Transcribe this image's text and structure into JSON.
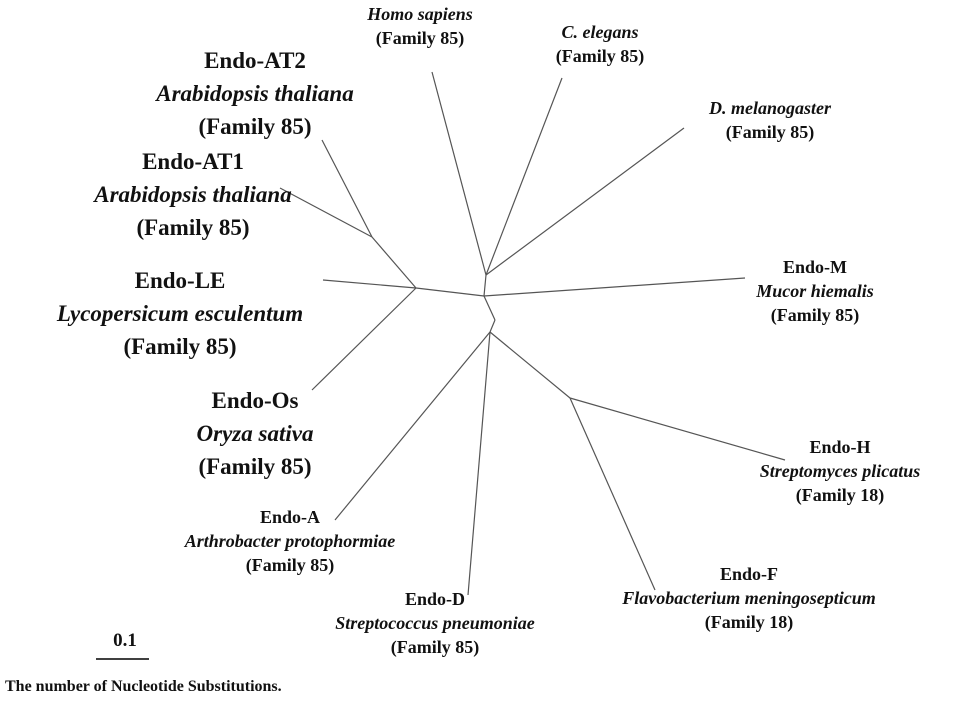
{
  "taxa": {
    "homo": {
      "species": "Homo sapiens",
      "family": "(Family 85)"
    },
    "celegans": {
      "species": "C. elegans",
      "family": "(Family 85)"
    },
    "dmel": {
      "species": "D. melanogaster",
      "family": "(Family 85)"
    },
    "at2": {
      "enzyme": "Endo-AT2",
      "species": "Arabidopsis thaliana",
      "family": "(Family 85)"
    },
    "at1": {
      "enzyme": "Endo-AT1",
      "species": "Arabidopsis thaliana",
      "family": "(Family 85)"
    },
    "le": {
      "enzyme": "Endo-LE",
      "species": "Lycopersicum esculentum",
      "family": "(Family 85)"
    },
    "os": {
      "enzyme": "Endo-Os",
      "species": "Oryza sativa",
      "family": "(Family 85)"
    },
    "m": {
      "enzyme": "Endo-M",
      "species": "Mucor hiemalis",
      "family": "(Family 85)"
    },
    "h": {
      "enzyme": "Endo-H",
      "species": "Streptomyces plicatus",
      "family": "(Family 18)"
    },
    "f": {
      "enzyme": "Endo-F",
      "species": "Flavobacterium meningosepticum",
      "family": "(Family 18)"
    },
    "d": {
      "enzyme": "Endo-D",
      "species": "Streptococcus pneumoniae",
      "family": "(Family 85)"
    },
    "a": {
      "enzyme": "Endo-A",
      "species": "Arthrobacter protophormiae",
      "family": "(Family 85)"
    }
  },
  "scale_bar": {
    "label": "0.1"
  },
  "caption": "The number of Nucleotide Substitutions."
}
